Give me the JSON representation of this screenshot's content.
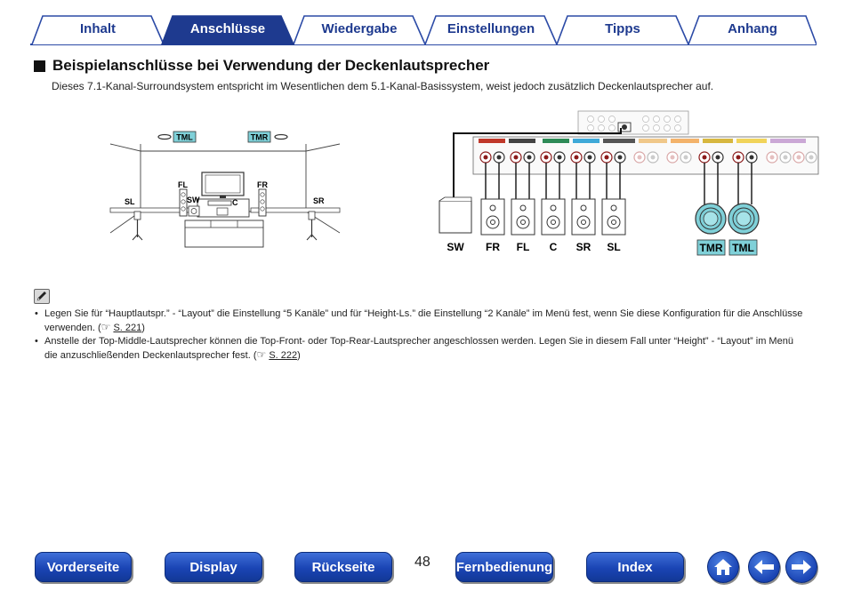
{
  "tabs": [
    {
      "label": "Inhalt",
      "active": false
    },
    {
      "label": "Anschlüsse",
      "active": true
    },
    {
      "label": "Wiedergabe",
      "active": false
    },
    {
      "label": "Einstellungen",
      "active": false
    },
    {
      "label": "Tipps",
      "active": false
    },
    {
      "label": "Anhang",
      "active": false
    }
  ],
  "section": {
    "title": "Beispielanschlüsse bei Verwendung der Deckenlautsprecher",
    "subtitle": "Dieses 7.1-Kanal-Surroundsystem entspricht im Wesentlichen dem 5.1-Kanal-Basissystem, weist jedoch zusätzlich Deckenlautsprecher auf."
  },
  "room_diagram": {
    "labels": {
      "tml": "TML",
      "tmr": "TMR",
      "fl": "FL",
      "fr": "FR",
      "sl": "SL",
      "sr": "SR",
      "sw": "SW",
      "c": "C"
    }
  },
  "wiring_diagram": {
    "speakers": [
      "SW",
      "FR",
      "FL",
      "C",
      "SR",
      "SL"
    ],
    "ceiling": [
      "TMR",
      "TML"
    ]
  },
  "notes": [
    {
      "text": "Legen Sie für “Hauptlautspr.” - “Layout” die Einstellung “5 Kanäle” und für “Height-Ls.” die Einstellung “2 Kanäle” im Menü fest, wenn Sie diese Konfiguration für die Anschlüsse verwenden.",
      "ref": "S. 221"
    },
    {
      "text": "Anstelle der Top-Middle-Lautsprecher können die Top-Front- oder Top-Rear-Lautsprecher angeschlossen werden. Legen Sie in diesem Fall unter “Height” - “Layout” im Menü die anzuschließenden Deckenlautsprecher fest.",
      "ref": "S. 222"
    }
  ],
  "page_number": "48",
  "nav": {
    "front": "Vorderseite",
    "display": "Display",
    "rear": "Rückseite",
    "remote": "Fernbedienung",
    "index": "Index"
  },
  "icons": {
    "home": "home-icon",
    "back": "arrow-left-icon",
    "forward": "arrow-right-icon",
    "note": "pencil-icon"
  },
  "colors": {
    "tab_active": "#1e3a8f",
    "tab_text": "#1e3a8f",
    "nav_button": "#1a44b4",
    "speaker_label_bg": "#7fd0d8"
  }
}
